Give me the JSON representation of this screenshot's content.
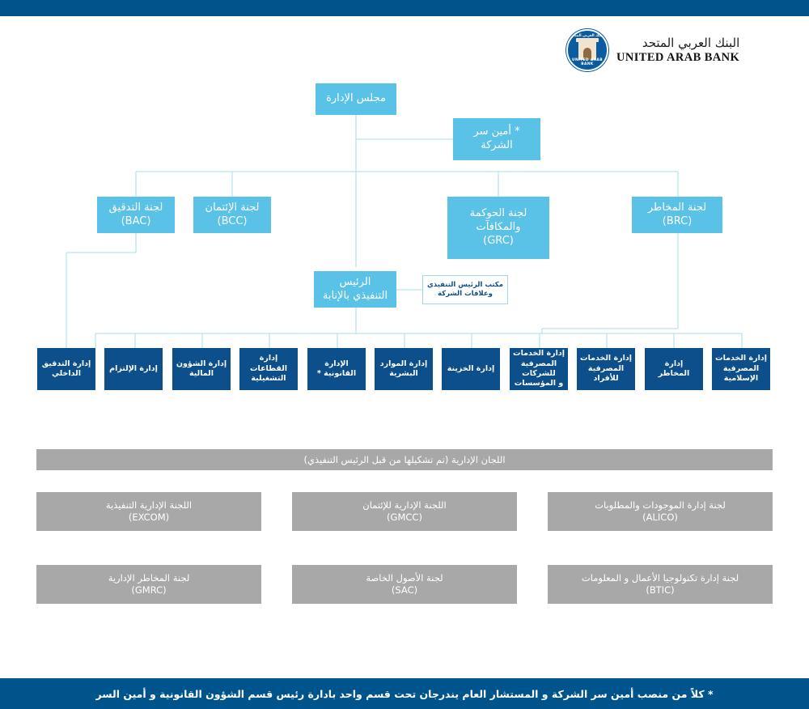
{
  "brand": {
    "name_ar": "البنك العربي المتحد",
    "name_en": "UNITED ARAB BANK",
    "logo_ring_top": "البنك العربي المتحد",
    "logo_ring_bottom": "UNITED ARAB BANK",
    "accent_dark": "#00548c",
    "accent_light": "#5bc2e7",
    "accent_navy": "#0d4f8b",
    "accent_gray": "#a8a8a8"
  },
  "org_chart": {
    "board": {
      "label": "مجلس الإدارة"
    },
    "company_secretary": {
      "label": "* أمين سر\nالشركة"
    },
    "board_committees": [
      {
        "label": "لجنة التدقيق\n(BAC)",
        "code": "BAC"
      },
      {
        "label": "لجنة الإئتمان\n(BCC)",
        "code": "BCC"
      },
      {
        "label": "لجنة الحوكمة\nوالمكافآت\n(GRC)",
        "code": "GRC"
      },
      {
        "label": "لجنة المخاطر\n(BRC)",
        "code": "BRC"
      }
    ],
    "ceo": {
      "label": "الرئيس\nالتنفيذي بالإنابة"
    },
    "ceo_office": {
      "label": "مكتب الرئيس التنفيذي\nوعلاقات الشركة"
    },
    "departments": [
      {
        "label": "إدارة التدقيق\nالداخلي"
      },
      {
        "label": "إدارة الإلتزام"
      },
      {
        "label": "إدارة الشؤون\nالمالية"
      },
      {
        "label": "إدارة القطاعات\nالتشغيلية"
      },
      {
        "label": "الإدارة القانونية *"
      },
      {
        "label": "إدارة الموارد\nالبشرية"
      },
      {
        "label": "إدارة الخزينة"
      },
      {
        "label": "إدارة الخدمات\nالمصرفية للشركات\nو المؤسسات"
      },
      {
        "label": "إدارة الخدمات\nالمصرفية للأفراد"
      },
      {
        "label": "إدارة المخاطر"
      },
      {
        "label": "إدارة الخدمات\nالمصرفية الإسلامية"
      }
    ]
  },
  "management_committees": {
    "header": "اللجان الإدارية (تم تشكيلها من قبل الرئيس التنفيذي)",
    "items": [
      {
        "label": "اللجنة الإدارية التنفيذية\n(EXCOM)",
        "code": "EXCOM"
      },
      {
        "label": "اللجنة الإدارية للإئتمان\n(GMCC)",
        "code": "GMCC"
      },
      {
        "label": "لجنة إدارة الموجودات والمطلوبات\n(ALICO)",
        "code": "ALICO"
      },
      {
        "label": "لجنة المخاطر الإدارية\n(GMRC)",
        "code": "GMRC"
      },
      {
        "label": "لجنة الأصول الخاصة\n(SAC)",
        "code": "SAC"
      },
      {
        "label": "لجنة إدارة تكنولوجيا الأعمال و المعلومات\n(BTIC)",
        "code": "BTIC"
      }
    ]
  },
  "footnote": "* كلاً من منصب أمين سر الشركة و المستشار العام يندرجان تحت قسم واحد بادارة رئيس قسم الشؤون القانونية و أمين السر"
}
